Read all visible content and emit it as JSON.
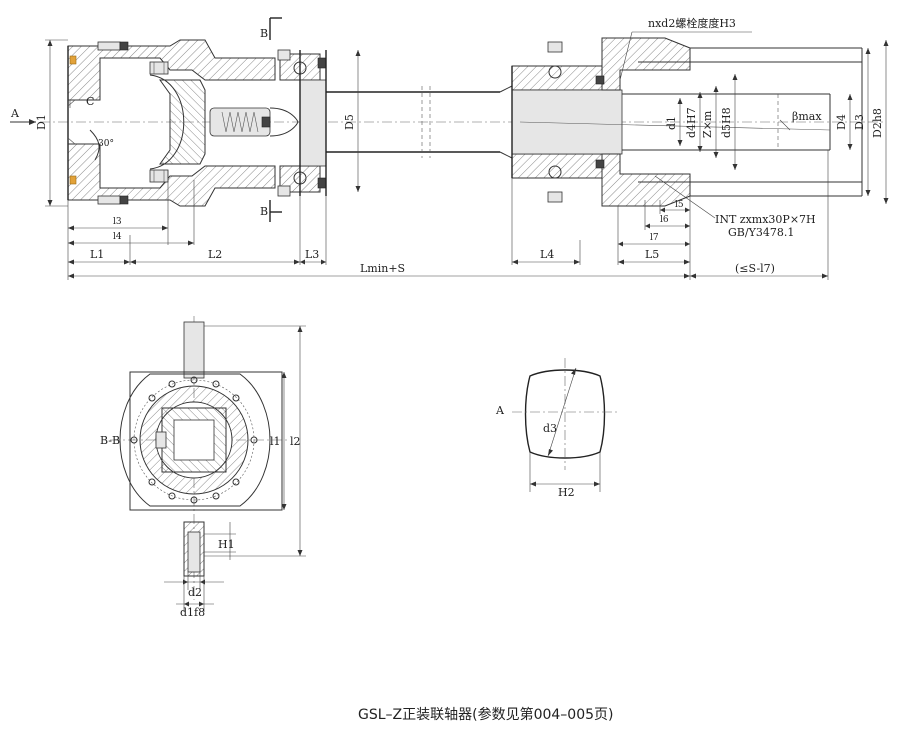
{
  "caption": "GSL–Z正装联轴器(参数见第004–005页)",
  "main_view": {
    "section_marker": "B",
    "view_A": "A",
    "chamfer": "C",
    "angle": "30°",
    "D1": "D1",
    "D2_h8": "D2h8",
    "D3": "D3",
    "D4": "D4",
    "D5": "D5",
    "d1": "d1",
    "d4H7": "d4H7",
    "Zxm": "Z×m",
    "d5H8": "d5H8",
    "beta_max": "βmax",
    "bolt_note": "nxd2螺栓度度H3",
    "l3": "l3",
    "l4": "l4",
    "l5": "l5",
    "l6": "l6",
    "l7": "l7",
    "L1": "L1",
    "L2": "L2",
    "L3": "L3",
    "L4": "L4",
    "L5": "L5",
    "Lmin": "Lmin+S",
    "range": "(≤S-l7)",
    "spline_1": "INT zxmx30P×7H",
    "spline_2": "GB/Y3478.1"
  },
  "section_view": {
    "title": "B-B",
    "l1": "l1",
    "l2": "l2",
    "H1": "H1",
    "d2": "d2",
    "d1f8": "d1f8"
  },
  "detail_view": {
    "A": "A",
    "d3": "d3",
    "H2": "H2"
  }
}
